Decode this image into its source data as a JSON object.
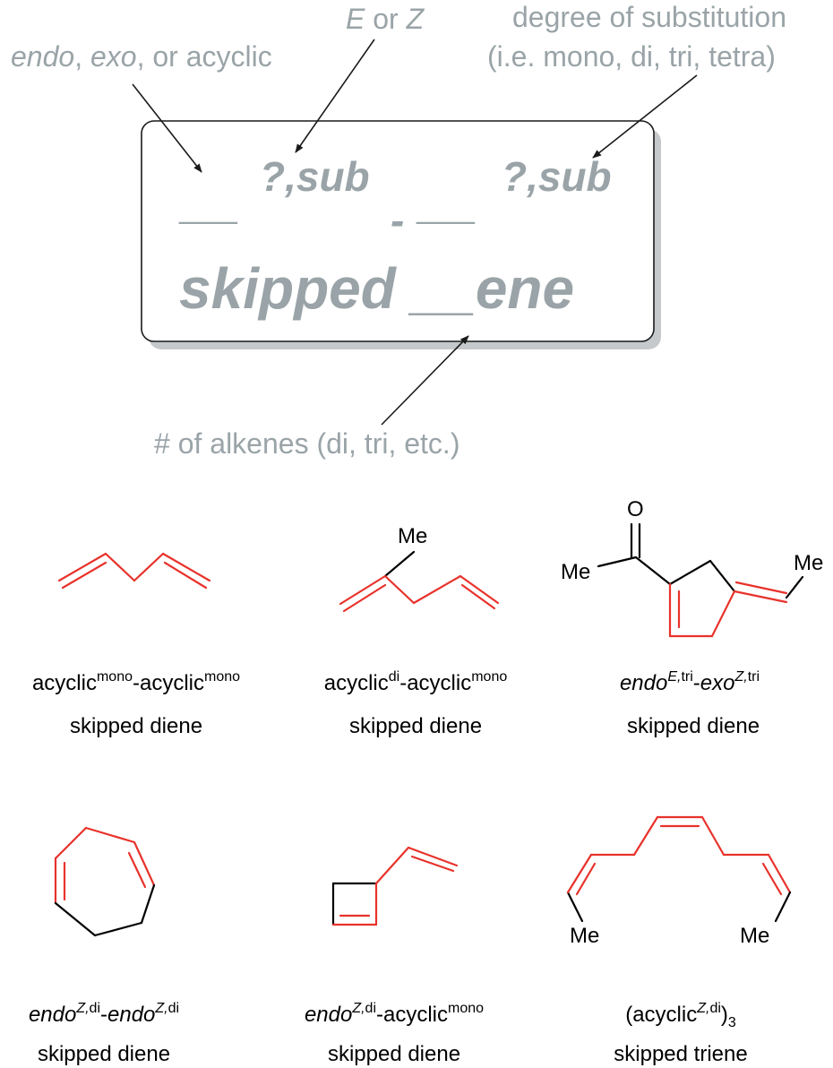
{
  "annotations": {
    "endo_exo": {
      "endo": "endo",
      "sep1": ", ",
      "exo": "exo",
      "rest": ", or acyclic"
    },
    "e_or_z": {
      "e": "E",
      "mid": " or ",
      "z": "Z"
    },
    "degree_line1": "degree of substitution",
    "degree_line2": "(i.e. mono, di, tri, tetra)",
    "num_alkenes": "# of alkenes (di, tri, etc.)"
  },
  "template": {
    "blank1": "__",
    "sup1": "?,sub",
    "dash": "-",
    "blank2": "__",
    "sup2": "?,sub",
    "line2": "skipped __ene"
  },
  "structures": {
    "s2_me": "Me",
    "s3_o": "O",
    "s3_me_left": "Me",
    "s3_me_right": "Me",
    "s6_me_left": "Me",
    "s6_me_right": "Me"
  },
  "captions": [
    {
      "a": "acyclic",
      "a_sup": "mono",
      "dash": "-",
      "b": "acyclic",
      "b_sup": "mono",
      "line2": "skipped diene"
    },
    {
      "a": "acyclic",
      "a_sup": "di",
      "dash": "-",
      "b": "acyclic",
      "b_sup": "mono",
      "line2": "skipped diene"
    },
    {
      "a": "endo",
      "a_sup_it": "E,",
      "a_sup": "tri",
      "dash": "-",
      "b": "exo",
      "b_sup_it": "Z,",
      "b_sup": "tri",
      "line2": "skipped diene"
    },
    {
      "a": "endo",
      "a_sup_it": "Z,",
      "a_sup": "di",
      "dash": "-",
      "b": "endo",
      "b_sup_it": "Z,",
      "b_sup": "di",
      "line2": "skipped diene"
    },
    {
      "a": "endo",
      "a_sup_it": "Z,",
      "a_sup": "di",
      "dash": "-acyclic",
      "b_sup": "mono",
      "line2": "skipped diene"
    },
    {
      "open": "(acyclic",
      "sup_it": "Z,",
      "sup": "di",
      "close": ")",
      "sub": "3",
      "line2": "skipped triene"
    }
  ],
  "colors": {
    "annotation": "#9aa4a8",
    "alkene": "#e8322b",
    "bond": "#000000",
    "shadow": "#c5c9cb"
  }
}
